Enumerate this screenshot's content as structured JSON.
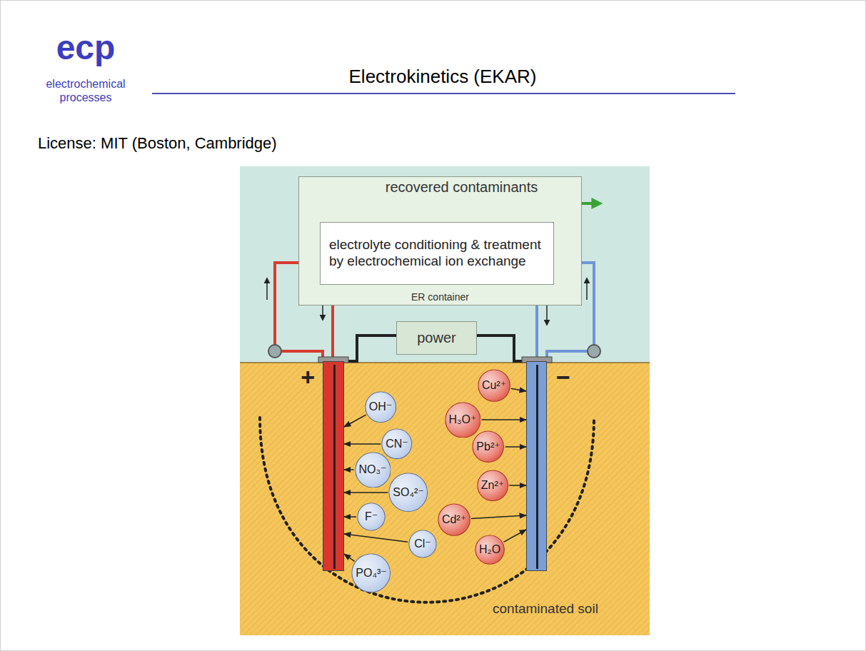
{
  "diagram": {
    "title": "Electrokinetics (EKAR)",
    "nodes": [
      {
        "text": [
          "recovered contaminants",
          "ER container"
        ]
      },
      {
        "text": [
          "electrolyte conditioning & treatment by electrochemical ion exchange"
        ],
        "in": 0
      },
      {
        "text": [
          "power"
        ]
      },
      {
        "text": [
          "+"
        ]
      },
      {
        "text": [
          "−"
        ]
      },
      {
        "text": [
          "OH⁻"
        ]
      },
      {
        "text": [
          "CN⁻"
        ]
      },
      {
        "text": [
          "NO₃⁻"
        ]
      },
      {
        "text": [
          "SO₄²⁻"
        ]
      },
      {
        "text": [
          "F⁻"
        ]
      },
      {
        "text": [
          "Cl⁻"
        ]
      },
      {
        "text": [
          "PO₄³⁻"
        ]
      },
      {
        "text": [
          "Cu²⁺"
        ]
      },
      {
        "text": [
          "H₃O⁺"
        ]
      },
      {
        "text": [
          "Pb²⁺"
        ]
      },
      {
        "text": [
          "Zn²⁺"
        ]
      },
      {
        "text": [
          "Cd²⁺"
        ]
      },
      {
        "text": [
          "H₂O"
        ]
      }
    ],
    "edges": [
      {
        "from": 5,
        "to": 3,
        "arrow": "to"
      },
      {
        "from": 6,
        "to": 3,
        "arrow": "to"
      },
      {
        "from": 7,
        "to": 3,
        "arrow": "to"
      },
      {
        "from": 8,
        "to": 3,
        "arrow": "to"
      },
      {
        "from": 9,
        "to": 3,
        "arrow": "to"
      },
      {
        "from": 10,
        "to": 3,
        "arrow": "to"
      },
      {
        "from": 11,
        "to": 3,
        "arrow": "to"
      },
      {
        "from": 12,
        "to": 4,
        "arrow": "to"
      },
      {
        "from": 13,
        "to": 4,
        "arrow": "to"
      },
      {
        "from": 14,
        "to": 4,
        "arrow": "to"
      },
      {
        "from": 15,
        "to": 4,
        "arrow": "to"
      },
      {
        "from": 16,
        "to": 4,
        "arrow": "to"
      },
      {
        "from": 17,
        "to": 4,
        "arrow": "to"
      }
    ],
    "labels": [
      "ecp",
      "electrochemical processes",
      "License: MIT (Boston, Cambridge)",
      "contaminated soil"
    ]
  }
}
